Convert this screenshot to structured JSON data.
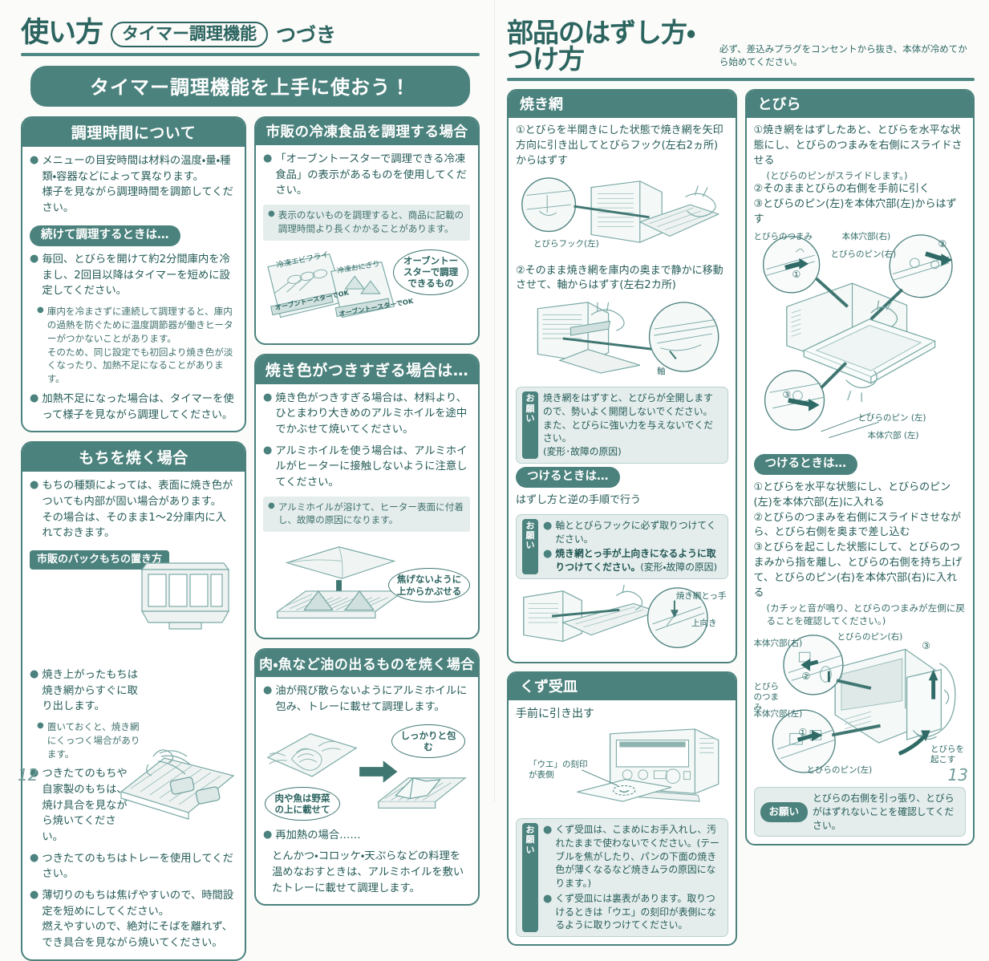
{
  "left_page": {
    "number": "12",
    "header": {
      "title": "使い方",
      "pill": "タイマー調理機能",
      "suffix": "つづき"
    },
    "banner": "タイマー調理機能を上手に使おう！",
    "col1": {
      "card1": {
        "title": "調理時間について",
        "b1": "メニューの目安時間は材料の温度・量・種類・容器などによって異なります。\n様子を見ながら調理時間を調節してください。",
        "subpill": "続けて調理するときは…",
        "b2": "毎回、とびらを開けて約2分間庫内を冷まし、2回目以降はタイマーを短めに設定してください。",
        "b3": "庫内を冷まさずに連続して調理すると、庫内の過熱を防ぐために温度調節器が働きヒーターがつかないことがあります。\nそのため、同じ設定でも初回より焼き色が淡くなったり、加熱不足になることがあります。",
        "b4": "加熱不足になった場合は、タイマーを使って様子を見ながら調理してください。"
      },
      "card2": {
        "title": "もちを焼く場合",
        "b1": "もちの種類によっては、表面に焼き色がついても内部が固い場合があります。\nその場合は、そのまま1～2分庫内に入れておきます。",
        "subpill": "市販のパックもちの置き方",
        "b2": "焼き上がったもちは焼き網からすぐに取り出します。",
        "b3": "置いておくと、焼き網にくっつく場合があります。",
        "b4": "つきたてのもちや自家製のもちは、焼け具合を見ながら焼いてください。",
        "b5": "つきたてのもちはトレーを使用してください。",
        "b6": "薄切りのもちは焦げやすいので、時間設定を短めにしてください。\n燃えやすいので、絶対にそばを離れず、でき具合を見ながら焼いてください。"
      }
    },
    "col2": {
      "card1": {
        "title": "市販の冷凍食品を調理する場合",
        "b1": "「オーブントースターで調理できる冷凍食品」の表示があるものを使用してください。",
        "b2": "表示のないものを調理すると、商品に記載の調理時間より長くかかることがあります。",
        "fig_labels": {
          "pack1": "冷凍エビフライ",
          "pack1_badge": "オーブントースターでOK",
          "pack2": "冷凍おにぎり",
          "pack2_badge": "オーブントースターでOK",
          "callout": "オーブントースターで調理できるもの"
        }
      },
      "card2": {
        "title": "焼き色がつきすぎる場合は…",
        "b1": "焼き色がつきすぎる場合は、材料より、ひとまわり大きめのアルミホイルを途中でかぶせて焼いてください。",
        "b2": "アルミホイルを使う場合は、アルミホイルがヒーターに接触しないように注意してください。",
        "b3": "アルミホイルが溶けて、ヒーター表面に付着し、故障の原因になります。",
        "fig_labels": {
          "callout": "焦げないように上からかぶせる"
        }
      },
      "card3": {
        "title": "肉・魚など油の出るものを焼く場合",
        "b1": "油が飛び散らないようにアルミホイルに包み、トレーに載せて調理します。",
        "b2": "再加熱の場合……",
        "b2_cont": "とんかつ・コロッケ・天ぷらなどの料理を温めなおすときは、アルミホイルを敷いたトレーに載せて調理します。",
        "fig_labels": {
          "callout_left": "肉や魚は野菜の上に載せて",
          "callout_right": "しっかりと包む"
        }
      }
    }
  },
  "right_page": {
    "number": "13",
    "header": {
      "title": "部品のはずし方・つけ方",
      "note": "必ず、差込みプラグをコンセントから抜き、本体が冷めてから始めてください。"
    },
    "sec_yakiami": {
      "title": "焼き網",
      "step1": "①とびらを半開きにした状態で焼き網を矢印方向に引き出してとびらフック(左右2ヵ所)からはずす",
      "fig1_label": "とびらフック(左)",
      "step2": "②そのまま焼き網を庫内の奥まで静かに移動させて、軸からはずす(左右2カ所)",
      "fig2_label": "軸",
      "onegai1": "焼き網をはずすと、とびらが全開しますので、勢いよく開閉しないでください。\nまた、とびらに強い力を与えないでください。\n(変形･故障の原因)",
      "subpill": "つけるときは…",
      "sub_text": "はずし方と逆の手順で行う",
      "onegai2_a": "軸ととびらフックに必ず取りつけてください。",
      "onegai2_b": "焼き網とっ手が上向きになるように取りつけてください。",
      "onegai2_b_tail": "(変形・故障の原因)",
      "fig3_label1": "焼き網とっ手",
      "fig3_label2": "上向き"
    },
    "sec_kuzu": {
      "title": "くず受皿",
      "lead": "手前に引き出す",
      "fig_label": "「ウエ」の刻印が表側",
      "onegai_a": "くず受皿は、こまめにお手入れし、汚れたままで使わないでください。(テーブルを焦がしたり、パンの下面の焼き色が薄くなるなど焼きムラの原因になります。)",
      "onegai_b": "くず受皿には裏表があります。取りつけるときは「ウエ」の刻印が表側になるように取りつけてください。"
    },
    "sec_tobira": {
      "title": "とびら",
      "step1": "①焼き網をはずしたあと、とびらを水平な状態にし、とびらのつまみを右側にスライドさせる",
      "step1_paren": "(とびらのピンがスライドします。)",
      "step2": "②そのままとびらの右側を手前に引く",
      "step3": "③とびらのピン(左)を本体穴部(左)からはずす",
      "fig_labels": {
        "tsumami": "とびらのつまみ",
        "hole_r": "本体穴部(右)",
        "pin_r": "とびらのピン(右)",
        "pin_l": "とびらのピン (左)",
        "hole_l": "本体穴部 (左)",
        "num1": "①",
        "num2": "②",
        "num3": "③"
      },
      "subpill": "つけるときは…",
      "s1": "①とびらを水平な状態にし、とびらのピン(左)を本体穴部(左)に入れる",
      "s2": "②とびらのつまみを右側にスライドさせながら、とびら右側を奥まで差し込む",
      "s3": "③とびらを起こした状態にして、とびらのつまみから指を離し、とびらの右側を持ち上げて、とびらのピン(右)を本体穴部(右)に入れる",
      "s3_paren": "(カチッと音が鳴り、とびらのつまみが左側に戻ることを確認してください。)",
      "fig2_labels": {
        "hole_r": "本体穴部(右)",
        "pin_r": "とびらのピン(右)",
        "tsumami": "とびらのつまみ",
        "hole_l": "本体穴部(左)",
        "pin_l": "とびらのピン(左)",
        "okosu": "とびらを起こす",
        "num1": "①",
        "num2": "②",
        "num3": "③"
      },
      "onegai_pill": "お願い",
      "onegai_txt": "とびらの右側を引っ張り、とびらがはずれないことを確認してください。"
    },
    "onegai_label": {
      "c1": "お",
      "c2": "願",
      "c3": "い"
    }
  },
  "colors": {
    "teal": "#4b827d",
    "teal_dark": "#2c6460",
    "tint": "#e4edec",
    "paper": "#fbfbf9"
  }
}
